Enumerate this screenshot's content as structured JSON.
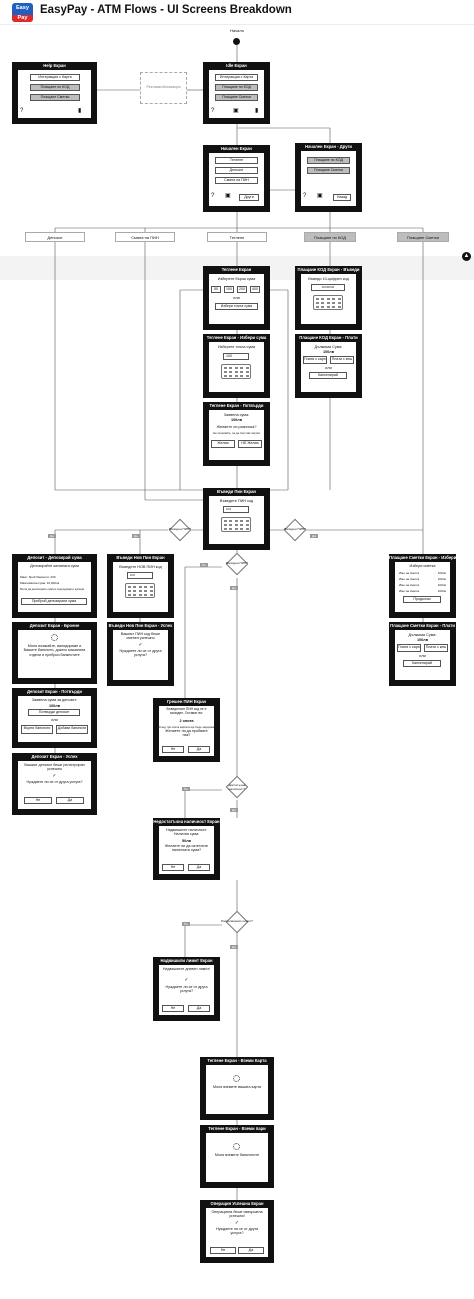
{
  "header": {
    "logo_top": "Easy",
    "logo_bottom": "Pay",
    "title": "EasyPay - ATM Flows - UI Screens Breakdown"
  },
  "start_label": "Начало",
  "ghost_label": "Реклами/Анимация",
  "screens": {
    "help": {
      "title": "Help Екран",
      "items": [
        "Интеракция с Карта",
        "Плащане по КОД",
        "Плащане Сметки"
      ]
    },
    "idle": {
      "title": "Idle Екран",
      "items": [
        "Интеракция с Карта",
        "Плащане по КОД",
        "Плащане Сметки"
      ]
    },
    "home": {
      "title": "Начален Екран",
      "items": [
        "Теглене",
        "Депозит",
        "Смяна на ПИН"
      ],
      "other": "Други"
    },
    "home_other": {
      "title": "Начален Екран - Други",
      "items": [
        "Плащане по КОД",
        "Плащане Сметки"
      ],
      "back": "Назад"
    },
    "withdraw": {
      "title": "Теглене Екран",
      "prompt": "Изберете бърза сума",
      "amounts": [
        "50",
        "100",
        "200",
        "400"
      ],
      "or": "или",
      "custom": "Избери точна сума"
    },
    "withdraw_custom": {
      "title": "Теглене Екран - Избери сума",
      "prompt": "Изберете точна сума",
      "value": "100"
    },
    "withdraw_confirm": {
      "title": "Теглене Екран - Потвърди",
      "line1": "Заявена сума:",
      "amount": "100лв",
      "question": "Желаете ли разписка?",
      "note": "Не печатайте, за да спестим хартия",
      "yes": "Желая",
      "no": "НЕ Желая"
    },
    "pay_code": {
      "title": "Плащане КОД Екран - Въведи",
      "prompt": "Въведи 10-цифрен код",
      "value": "••••••••••"
    },
    "pay_code_pay": {
      "title": "Плащане КОД Екран - Плати",
      "line1": "Дължима Сума:",
      "amount": "100лв",
      "card": "Плати с карта",
      "cash": "Плати с кеш",
      "or": "или",
      "cancel": "Канселирай"
    },
    "pin": {
      "title": "Въведи Пин Екран",
      "prompt": "Въведете ПИН код",
      "value": "••••"
    },
    "deposit_choose": {
      "title": "Депозит - Депозирай сума",
      "prompt": "Депозирайте желаната сума",
      "info1": "Макс. брой банкноти: 200",
      "info2": "Максимална сума: 10,000лв",
      "note": "Моля да депозирате сума в подходящите купюри",
      "btn": "Приброй депозирани сума"
    },
    "deposit_count": {
      "title": "Депозит Екран - Броене",
      "text": "Моля изчакайте, валидираме и Вашите банкноти, докато машината отдели и преброи банкнотите"
    },
    "deposit_confirm": {
      "title": "Депозит Екран - Потвърди",
      "line1": "Заявена сума за депозит:",
      "amount": "100лв",
      "btn1": "Потвърди депозит",
      "or": "или",
      "btn2": "Върни банкноти",
      "btn3": "Добави банкноти"
    },
    "deposit_success": {
      "title": "Депозит Екран - Успех",
      "text": "Вашият депозит беше регистриран успешно",
      "question": "Нуждаете ли се от друга услуга?",
      "no": "Не",
      "yes": "Да"
    },
    "new_pin": {
      "title": "Въведи Нов Пин Екран",
      "prompt": "Въведете НОВ ПИН код",
      "value": "••••"
    },
    "new_pin_success": {
      "title": "Въведи Нов Пин Екран - Успех",
      "text": "Вашият ПИН код беше сменен успешно",
      "question": "Нуждаете ли се от друга услуга?",
      "no": "Не",
      "yes": "Да"
    },
    "wrong_pin": {
      "title": "Грешен ПИН Екран",
      "text": "Въведеният ПИН код не е валиден. Остават ви:",
      "count": "2 опита",
      "note": "След три опита картата ще бъде задържана",
      "question": "Желаете ли да пробвате пак?",
      "no": "Не",
      "yes": "Да"
    },
    "bills": {
      "title": "Плащане Сметки Екран - Избери",
      "prompt": "Избери сметка",
      "rows": [
        [
          "Име на сметка",
          "100лв"
        ],
        [
          "Име на сметка",
          "100лв"
        ],
        [
          "Име на сметка",
          "100лв"
        ],
        [
          "Име на сметка",
          "100лв"
        ]
      ],
      "btn": "Продължи"
    },
    "bills_pay": {
      "title": "Плащане Сметки Екран - Плати",
      "line1": "Дължима Сума:",
      "amount": "100лв",
      "card": "Плати с карта",
      "cash": "Плати с кеш",
      "or": "или",
      "cancel": "Канселирай"
    },
    "no_funds": {
      "title": "Недостатъчна наличност Екран",
      "text": "Надвишихте наличност. Налична сума:",
      "amount": "50лв",
      "question": "Желаете ли да изтеглите наличната сума?",
      "no": "Не",
      "yes": "Да"
    },
    "limit": {
      "title": "Надвишили лимит Екран",
      "text": "Надвишихте дневен лимит!",
      "question": "Нуждаете ли се от друга услуга?",
      "no": "Не",
      "yes": "Да"
    },
    "take_card": {
      "title": "Теглене Екран - Вземи Карта",
      "text": "Моля вземете вашата карта"
    },
    "take_cash": {
      "title": "Теглене Екран - Вземи пари",
      "text": "Моля вземете банкнотите"
    },
    "success": {
      "title": "Операция Успешна Екран",
      "text": "Операцията беше извършена успешно!",
      "question": "Нуждаете ли се от друга услуга?",
      "no": "Не",
      "yes": "Да"
    }
  },
  "branches": [
    "Депозит",
    "Смяна на ПИН",
    "Теглене",
    "Плащане по КОД",
    "Плащане Сметки"
  ],
  "decisions": {
    "pin_valid_left": "Валиден ПИН?",
    "pin_valid_right": "Валиден ПИН?",
    "pin_valid_mid": "Валиден ПИН?",
    "funds": "Достатъчна наличност?",
    "limit": "Разполагаемо лимит?"
  },
  "tags": {
    "yes": "Да",
    "no": "Не"
  }
}
